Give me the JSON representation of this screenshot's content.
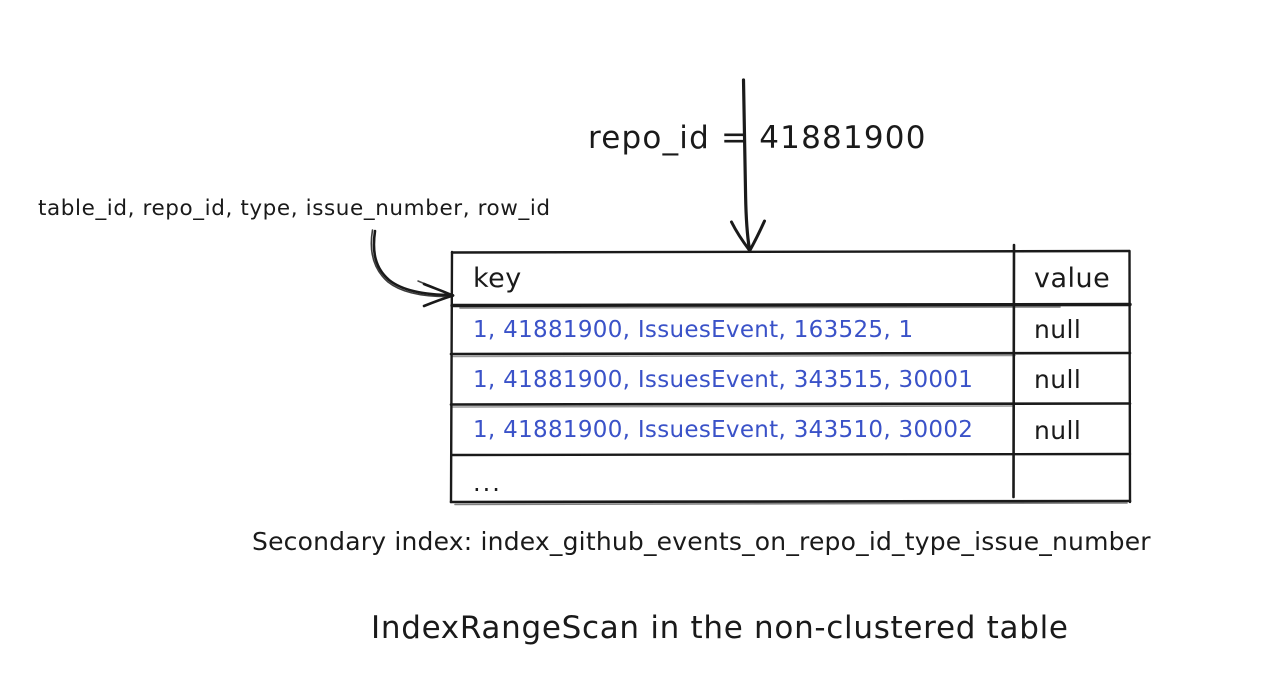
{
  "diagram": {
    "title": "IndexRangeScan in the non-clustered table",
    "caption": "Secondary index: index_github_events_on_repo_id_type_issue_number",
    "filter_expression": "repo_id = 41881900",
    "index_columns_label": "table_id, repo_id, type, issue_number, row_id",
    "colors": {
      "ink": "#1a1a1a",
      "key_blue": "#3a52c8",
      "background": "#ffffff"
    }
  },
  "table": {
    "headers": {
      "key": "key",
      "value": "value"
    },
    "rows": [
      {
        "key": "1, 41881900, IssuesEvent, 163525, 1",
        "value": "null"
      },
      {
        "key": "1, 41881900, IssuesEvent, 343515, 30001",
        "value": "null"
      },
      {
        "key": "1, 41881900, IssuesEvent, 343510, 30002",
        "value": "null"
      },
      {
        "key": "...",
        "value": ""
      }
    ]
  },
  "annotations": {
    "pointer_down_arrow": "down-arrow-icon",
    "pointer_curved_arrow": "curved-arrow-icon"
  }
}
